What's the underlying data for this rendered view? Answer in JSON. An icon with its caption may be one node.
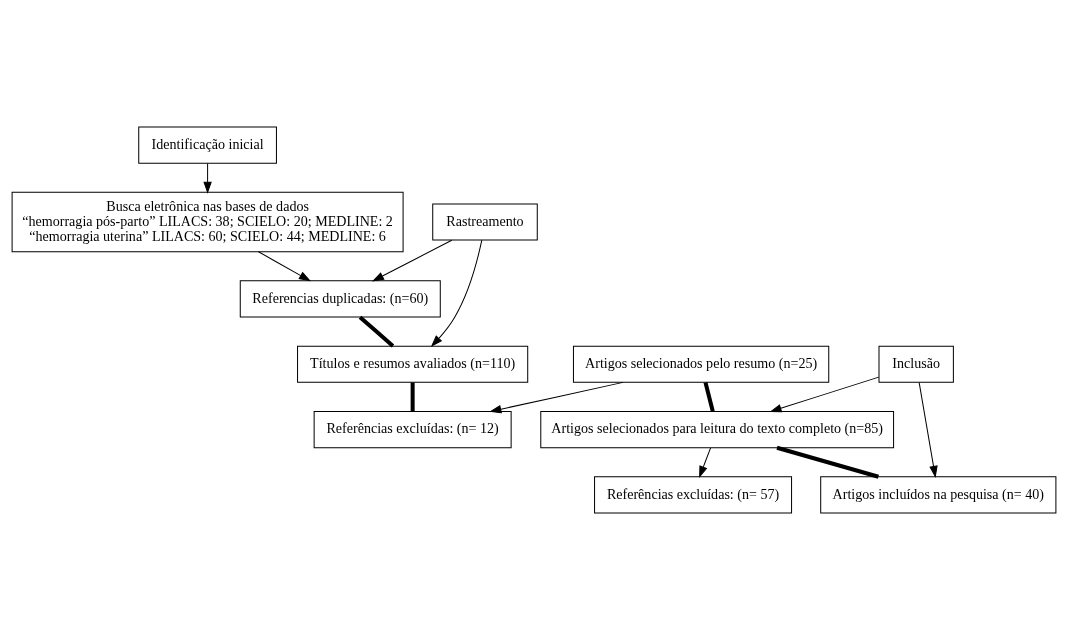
{
  "diagram": {
    "nodes": [
      {
        "text": [
          "Identificação inicial"
        ]
      },
      {
        "text": [
          "Busca eletrônica nas bases de dados",
          "“hemorragia pós-parto” LILACS: 38; SCIELO: 20; MEDLINE: 2",
          "“hemorragia uterina” LILACS: 60; SCIELO: 44; MEDLINE: 6"
        ]
      },
      {
        "text": [
          "Referencias duplicadas: (n=60)"
        ]
      },
      {
        "text": [
          "Títulos e resumos avaliados (n=110)"
        ]
      },
      {
        "text": [
          "Rastreamento"
        ]
      },
      {
        "text": [
          "Artigos selecionados pelo resumo (n=25)"
        ]
      },
      {
        "text": [
          "Referências excluídas: (n= 12)"
        ]
      },
      {
        "text": [
          "Artigos selecionados para leitura do texto completo (n=85)"
        ]
      },
      {
        "text": [
          "Inclusão"
        ]
      },
      {
        "text": [
          "Referências excluídas: (n= 57)"
        ]
      },
      {
        "text": [
          "Artigos incluídos na pesquisa (n= 40)"
        ]
      }
    ],
    "edges": [
      {
        "from": 0,
        "to": 1,
        "arrow": "to"
      },
      {
        "from": 1,
        "to": 2,
        "arrow": "to"
      },
      {
        "from": 4,
        "to": 2,
        "arrow": "to"
      },
      {
        "from": 4,
        "to": 3,
        "arrow": "to"
      },
      {
        "from": 2,
        "to": 3,
        "arrow": "none",
        "style": "thick"
      },
      {
        "from": 3,
        "to": 6,
        "arrow": "none",
        "style": "thick"
      },
      {
        "from": 5,
        "to": 6,
        "arrow": "to"
      },
      {
        "from": 5,
        "to": 7,
        "arrow": "none",
        "style": "thick"
      },
      {
        "from": 8,
        "to": 7,
        "arrow": "to"
      },
      {
        "from": 8,
        "to": 10,
        "arrow": "to"
      },
      {
        "from": 7,
        "to": 10,
        "arrow": "none",
        "style": "thick"
      },
      {
        "from": 7,
        "to": 9,
        "arrow": "to"
      }
    ]
  }
}
